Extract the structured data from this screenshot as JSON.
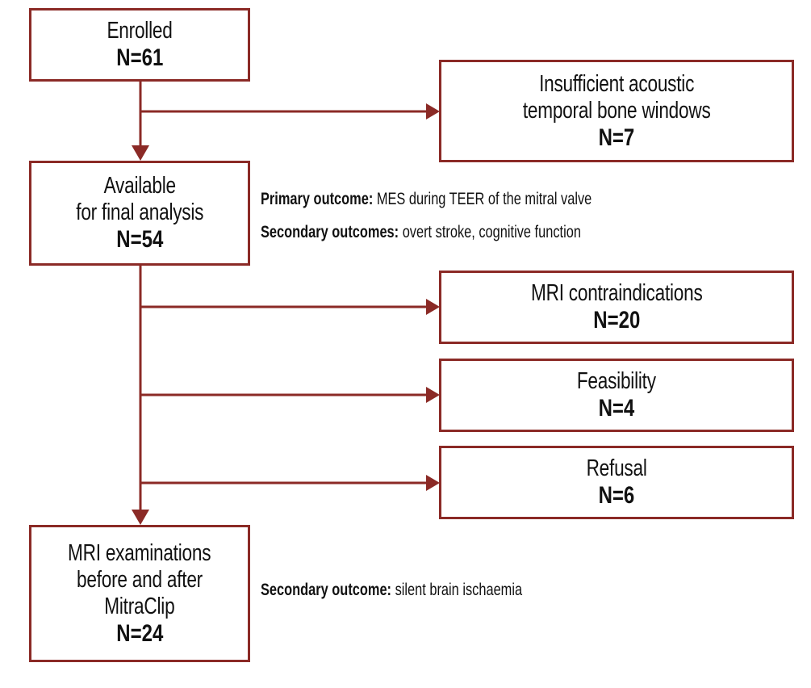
{
  "colors": {
    "accent": "#8b2a26"
  },
  "boxes": {
    "enrolled": {
      "label_lines": [
        "Enrolled"
      ],
      "n": "N=61"
    },
    "insufficient": {
      "label_lines": [
        "Insufficient acoustic",
        "temporal bone windows"
      ],
      "n": "N=7"
    },
    "available": {
      "label_lines": [
        "Available",
        "for final analysis"
      ],
      "n": "N=54"
    },
    "mri_contra": {
      "label_lines": [
        "MRI contraindications"
      ],
      "n": "N=20"
    },
    "feasibility": {
      "label_lines": [
        "Feasibility"
      ],
      "n": "N=4"
    },
    "refusal": {
      "label_lines": [
        "Refusal"
      ],
      "n": "N=6"
    },
    "mri_exam": {
      "label_lines": [
        "MRI examinations",
        "before and after",
        "MitraClip"
      ],
      "n": "N=24"
    }
  },
  "notes": {
    "primary": {
      "key": "Primary outcome:",
      "value": " MES during TEER of the mitral valve"
    },
    "secondary": {
      "key": "Secondary outcomes:",
      "value": " overt stroke, cognitive function"
    },
    "secondary_mri": {
      "key": "Secondary outcome:",
      "value": " silent brain ischaemia"
    }
  }
}
